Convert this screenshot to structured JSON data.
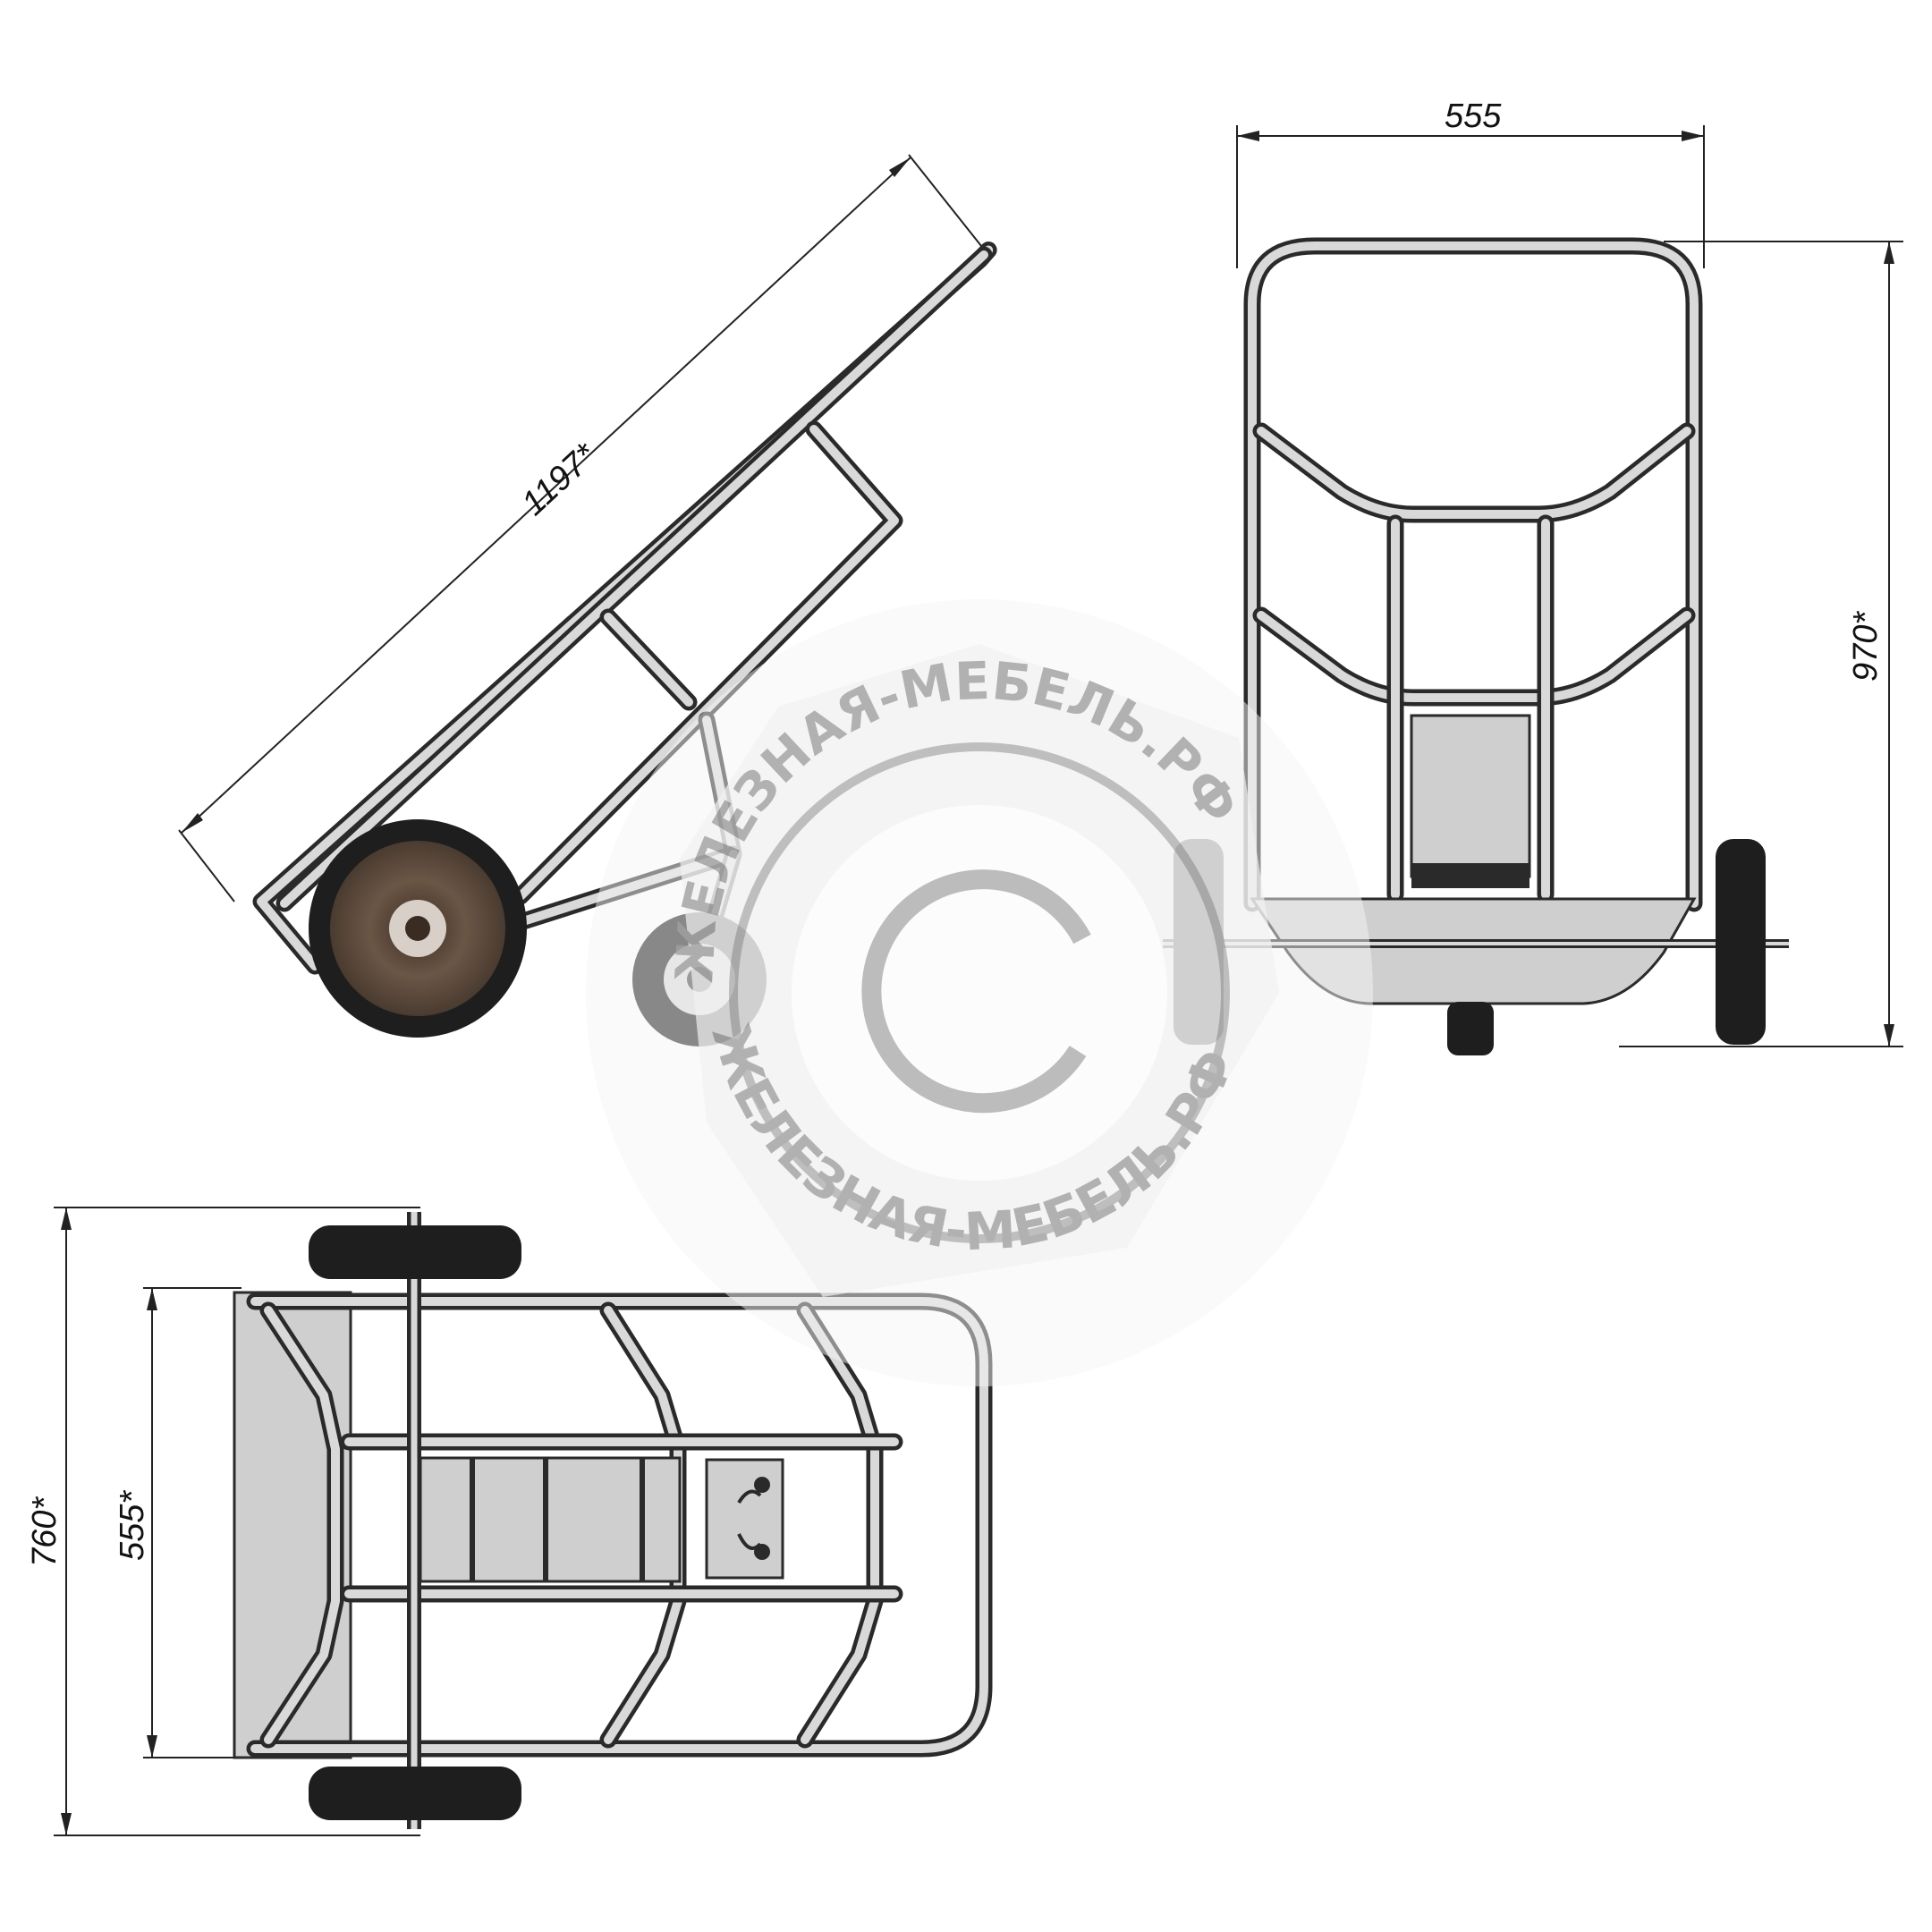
{
  "dimensions": {
    "side_length": "1197*",
    "front_width": "555",
    "front_height": "970*",
    "top_outer_width": "760*",
    "top_inner_width": "555*"
  },
  "watermark": {
    "text_top": "ЖЕЛЕЗНАЯ-МЕБЕЛЬ.РФ",
    "text_bottom": "ЖЕЛЕЗНАЯ-МЕБЕЛЬ.РФ"
  },
  "colors": {
    "frame": "#2a2a2a",
    "plate": "#cfcfcf",
    "tyre": "#1e1e1e",
    "hub": "#5a4a3c",
    "watermark": "#a9a9a9"
  }
}
